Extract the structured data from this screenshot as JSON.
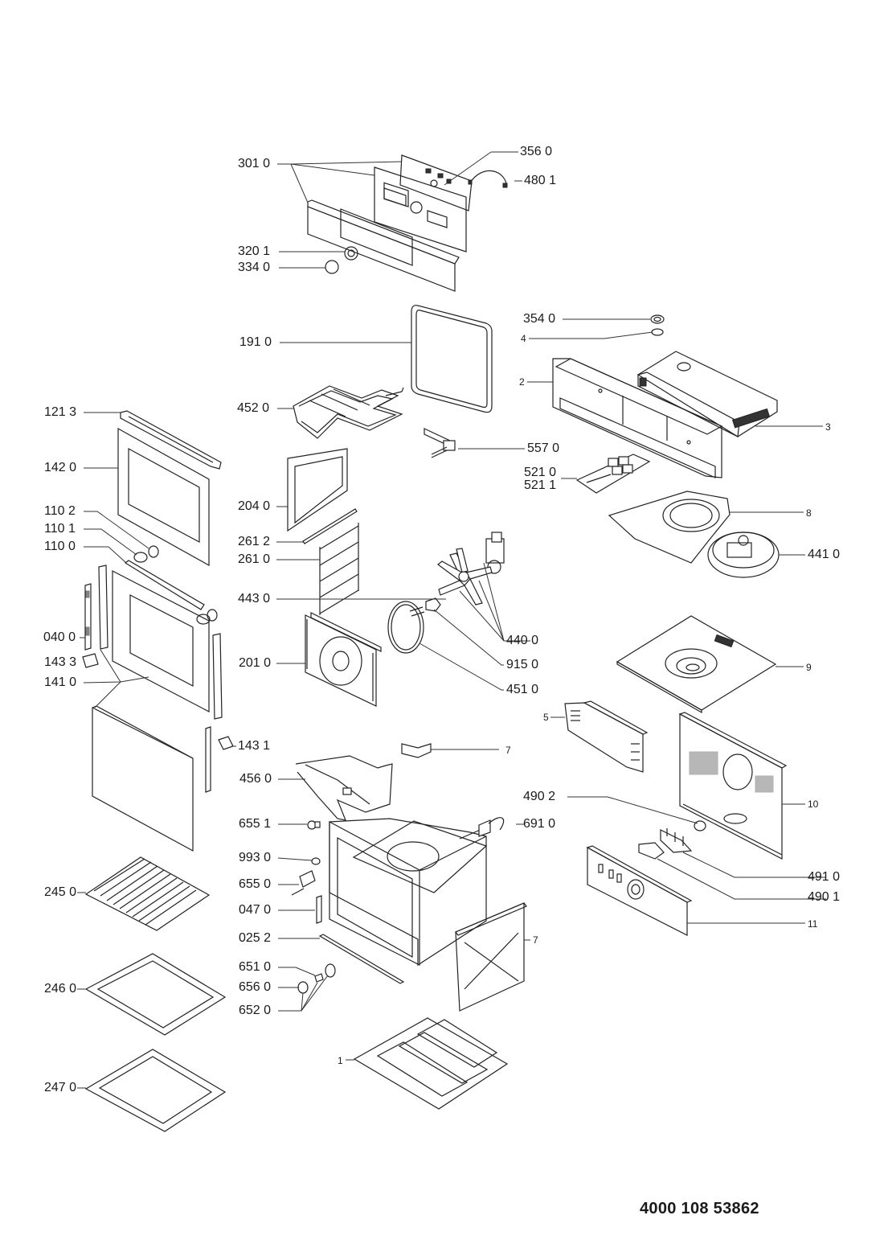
{
  "diagram": {
    "type": "exploded-parts-diagram",
    "subject": "built-in oven",
    "document_number": "4000 108 53862",
    "part_labels": [
      {
        "id": "301_0",
        "text": "301 0"
      },
      {
        "id": "356_0",
        "text": "356 0"
      },
      {
        "id": "480_1",
        "text": "480 1"
      },
      {
        "id": "320_1",
        "text": "320 1"
      },
      {
        "id": "334_0",
        "text": "334 0"
      },
      {
        "id": "354_0",
        "text": "354 0"
      },
      {
        "id": "4",
        "text": "4"
      },
      {
        "id": "191_0",
        "text": "191 0"
      },
      {
        "id": "2",
        "text": "2"
      },
      {
        "id": "3",
        "text": "3"
      },
      {
        "id": "452_0",
        "text": "452 0"
      },
      {
        "id": "121_3",
        "text": "121 3"
      },
      {
        "id": "557_0",
        "text": "557 0"
      },
      {
        "id": "142_0",
        "text": "142 0"
      },
      {
        "id": "521_0",
        "text": "521 0"
      },
      {
        "id": "521_1",
        "text": "521 1"
      },
      {
        "id": "204_0",
        "text": "204 0"
      },
      {
        "id": "8",
        "text": "8"
      },
      {
        "id": "110_2",
        "text": "110 2"
      },
      {
        "id": "261_2",
        "text": "261 2"
      },
      {
        "id": "110_1",
        "text": "110 1"
      },
      {
        "id": "261_0",
        "text": "261 0"
      },
      {
        "id": "110_0",
        "text": "110 0"
      },
      {
        "id": "441_0",
        "text": "441 0"
      },
      {
        "id": "443_0",
        "text": "443 0"
      },
      {
        "id": "040_0",
        "text": "040 0"
      },
      {
        "id": "440_0",
        "text": "440 0"
      },
      {
        "id": "143_3",
        "text": "143 3"
      },
      {
        "id": "201_0",
        "text": "201 0"
      },
      {
        "id": "915_0",
        "text": "915 0"
      },
      {
        "id": "9",
        "text": "9"
      },
      {
        "id": "141_0",
        "text": "141 0"
      },
      {
        "id": "451_0",
        "text": "451 0"
      },
      {
        "id": "5",
        "text": "5"
      },
      {
        "id": "143_1",
        "text": "143 1"
      },
      {
        "id": "7a",
        "text": "7"
      },
      {
        "id": "456_0",
        "text": "456 0"
      },
      {
        "id": "490_2",
        "text": "490 2"
      },
      {
        "id": "10",
        "text": "10"
      },
      {
        "id": "655_1",
        "text": "655 1"
      },
      {
        "id": "691_0",
        "text": "691 0"
      },
      {
        "id": "993_0",
        "text": "993 0"
      },
      {
        "id": "491_0",
        "text": "491 0"
      },
      {
        "id": "245_0",
        "text": "245 0"
      },
      {
        "id": "655_0",
        "text": "655 0"
      },
      {
        "id": "490_1",
        "text": "490 1"
      },
      {
        "id": "047_0",
        "text": "047 0"
      },
      {
        "id": "11",
        "text": "11"
      },
      {
        "id": "025_2",
        "text": "025 2"
      },
      {
        "id": "7b",
        "text": "7"
      },
      {
        "id": "651_0",
        "text": "651 0"
      },
      {
        "id": "656_0",
        "text": "656 0"
      },
      {
        "id": "246_0",
        "text": "246 0"
      },
      {
        "id": "652_0",
        "text": "652 0"
      },
      {
        "id": "1",
        "text": "1"
      },
      {
        "id": "247_0",
        "text": "247 0"
      }
    ]
  }
}
